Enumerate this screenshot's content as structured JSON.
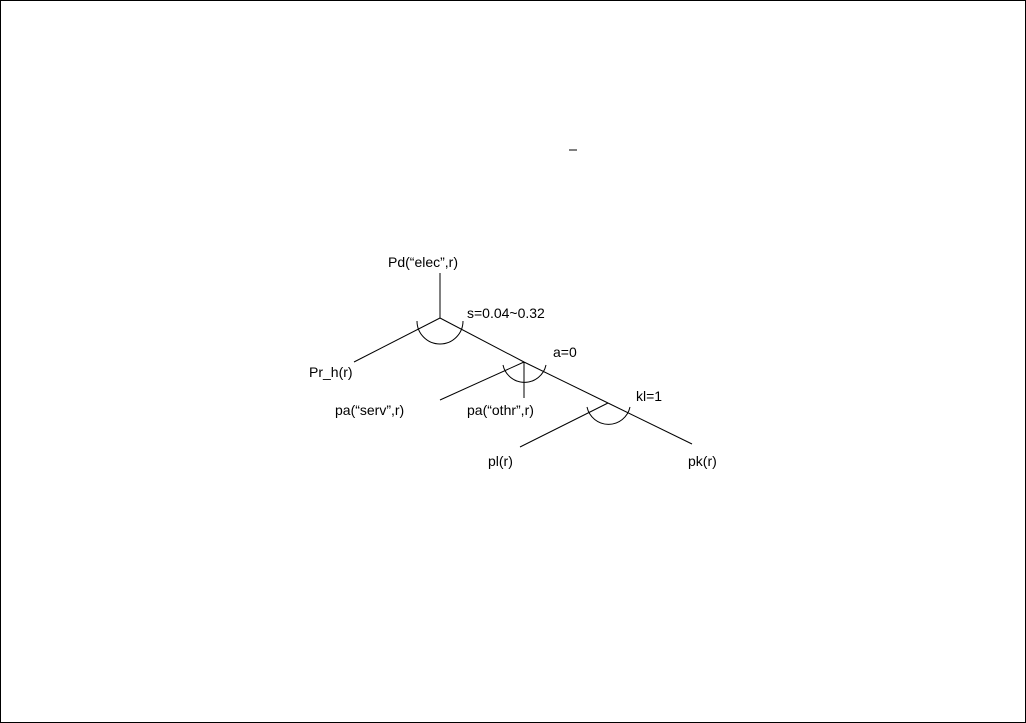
{
  "diagram": {
    "nodes": {
      "root": "Pd(“elec”,r)",
      "pr_h": "Pr_h(r)",
      "serv": "pa(“serv”,r)",
      "othr": "pa(“othr”,r)",
      "pl": "pl(r)",
      "pk": "pk(r)"
    },
    "params": {
      "s": "s=0.04~0.32",
      "a": "a=0",
      "kl": "kl=1"
    }
  },
  "colors": {
    "stroke": "#000000",
    "background": "#ffffff"
  }
}
